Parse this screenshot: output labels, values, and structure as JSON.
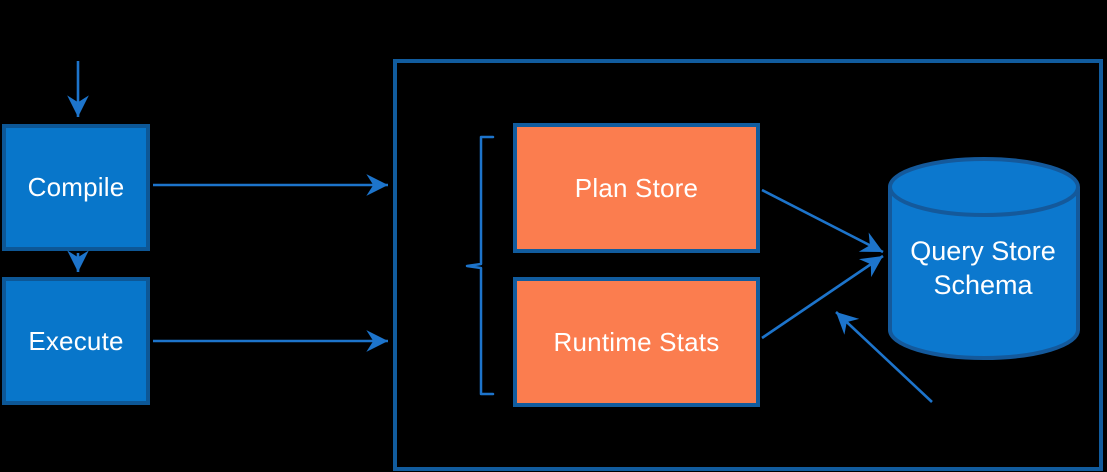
{
  "diagram": {
    "type": "flow-diagram",
    "nodes": {
      "compile": {
        "label": "Compile",
        "shape": "rectangle",
        "fill": "#0876CA"
      },
      "execute": {
        "label": "Execute",
        "shape": "rectangle",
        "fill": "#0876CA"
      },
      "plan_store": {
        "label": "Plan Store",
        "shape": "rectangle",
        "fill": "#FB7D4F"
      },
      "runtime_stats": {
        "label": "Runtime Stats",
        "shape": "rectangle",
        "fill": "#FB7D4F"
      },
      "query_store_schema": {
        "label": "Query Store Schema",
        "line1": "Query Store",
        "line2": "Schema",
        "shape": "database-cylinder",
        "fill": "#0C78CE"
      },
      "query_store_container": {
        "label": "",
        "shape": "container-rectangle"
      }
    },
    "edges": [
      {
        "from": "top",
        "to": "compile",
        "style": "arrow-down"
      },
      {
        "from": "compile",
        "to": "execute",
        "style": "arrow-down"
      },
      {
        "from": "compile",
        "to": "query_store_container",
        "style": "arrow-right"
      },
      {
        "from": "execute",
        "to": "query_store_container",
        "style": "arrow-right"
      },
      {
        "from": "plan_store",
        "to": "query_store_schema",
        "style": "arrow"
      },
      {
        "from": "runtime_stats",
        "to": "query_store_schema",
        "style": "arrow"
      },
      {
        "from": "bottom-right",
        "to": "query_store_schema",
        "style": "arrow"
      }
    ],
    "grouping": {
      "brace": "left-square-brace grouping plan_store and runtime_stats"
    }
  },
  "colors": {
    "background": "#000000",
    "box_blue_fill": "#0876CA",
    "box_blue_border": "#0D5796",
    "orange_fill": "#FB7D4F",
    "dark_blue_border": "#115C9E",
    "cylinder_fill": "#0C78CE",
    "cylinder_border": "#14599B",
    "arrow_blue": "#1D74CB",
    "text_white": "#FFFFFF"
  }
}
